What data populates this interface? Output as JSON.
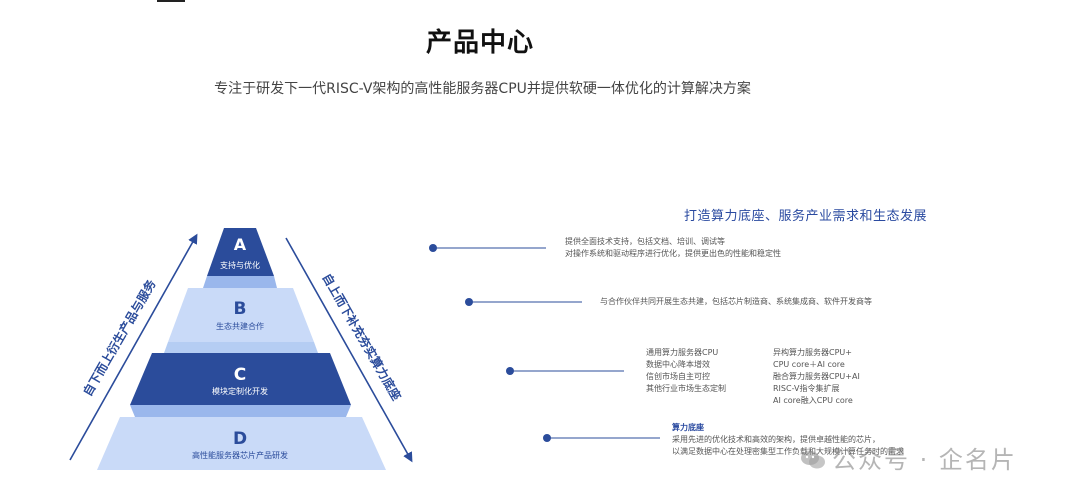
{
  "page": {
    "title": "产品中心",
    "subtitle": "专注于研发下一代RISC-V架构的高性能服务器CPU并提供软硬一体优化的计算解决方案"
  },
  "pyramid": {
    "left_arrow_label": "自下而上衍生产品与服务",
    "right_arrow_label": "自上而下补充夯实算力底座",
    "tiers": [
      {
        "letter": "A",
        "label": "支持与优化"
      },
      {
        "letter": "B",
        "label": "生态共建合作"
      },
      {
        "letter": "C",
        "label": "模块定制化开发"
      },
      {
        "letter": "D",
        "label": "高性能服务器芯片产品研发"
      }
    ]
  },
  "right_panel": {
    "title": "打造算力底座、服务产业需求和生态发展",
    "a_lines": [
      "提供全面技术支持，包括文档、培训、调试等",
      "对操作系统和驱动程序进行优化，提供更出色的性能和稳定性"
    ],
    "b_line": "与合作伙伴共同开展生态共建，包括芯片制造商、系统集成商、软件开发商等",
    "c_left": [
      "通用算力服务器CPU",
      "数据中心降本增效",
      "信创市场自主可控",
      "其他行业市场生态定制"
    ],
    "c_right": [
      "异构算力服务器CPU+",
      "CPU core＋AI core",
      "融合算力服务器CPU+AI",
      "RISC-V指令集扩展",
      "AI core融入CPU core"
    ],
    "d_title": "算力底座",
    "d_lines": [
      "采用先进的优化技术和高效的架构，提供卓越性能的芯片，",
      "以满足数据中心在处理密集型工作负载和大规模计算任务时的需求"
    ]
  },
  "colors": {
    "dark_blue": "#2b4c9b",
    "light_blue": "#c9daf8",
    "mid_blue": "#9ab7ec",
    "accent_text": "#2a4aa0"
  },
  "watermark": {
    "text": "公众号 · 企名片"
  }
}
